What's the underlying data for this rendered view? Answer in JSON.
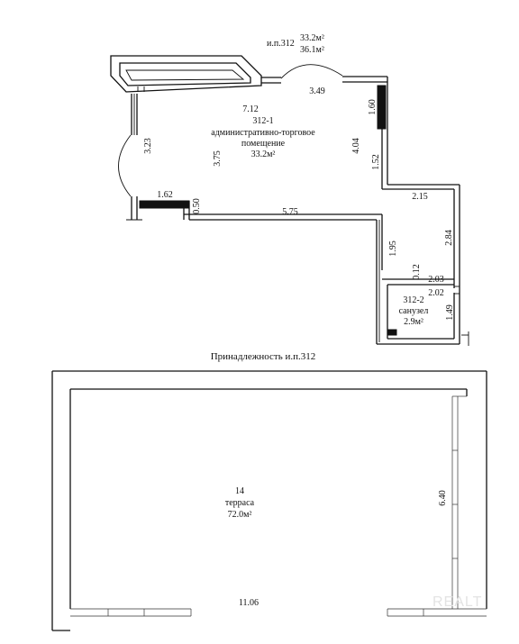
{
  "header": {
    "unit": "и.п.312",
    "area_main": "33.2м²",
    "area_total": "36.1м²"
  },
  "room_312_1": {
    "number": "312-1",
    "name_line1": "административно-торговое",
    "name_line2": "помещение",
    "area": "33.2м²"
  },
  "room_312_2": {
    "number": "312-2",
    "name": "санузел",
    "area": "2.9м²"
  },
  "dimensions": {
    "top_width": "7.12",
    "top_right": "3.49",
    "left_height": "3.23",
    "inner_height": "3.75",
    "right_upper": "1.60",
    "right_mid": "4.04",
    "right_lower": "1.52",
    "step_width": "2.15",
    "stub_width": "1.62",
    "stub_height": "0.50",
    "bottom_width": "5.75",
    "right_full": "2.84",
    "corridor": "1.95",
    "small_gap": "0.12",
    "bath_a": "2.03",
    "bath_b": "2.02",
    "bath_height": "1.49"
  },
  "ownership": "Принадлежность и.п.312",
  "terrace": {
    "number": "14",
    "name": "терраса",
    "area": "72.0м²",
    "width": "11.06",
    "height": "6.40"
  },
  "watermark": "REALT"
}
